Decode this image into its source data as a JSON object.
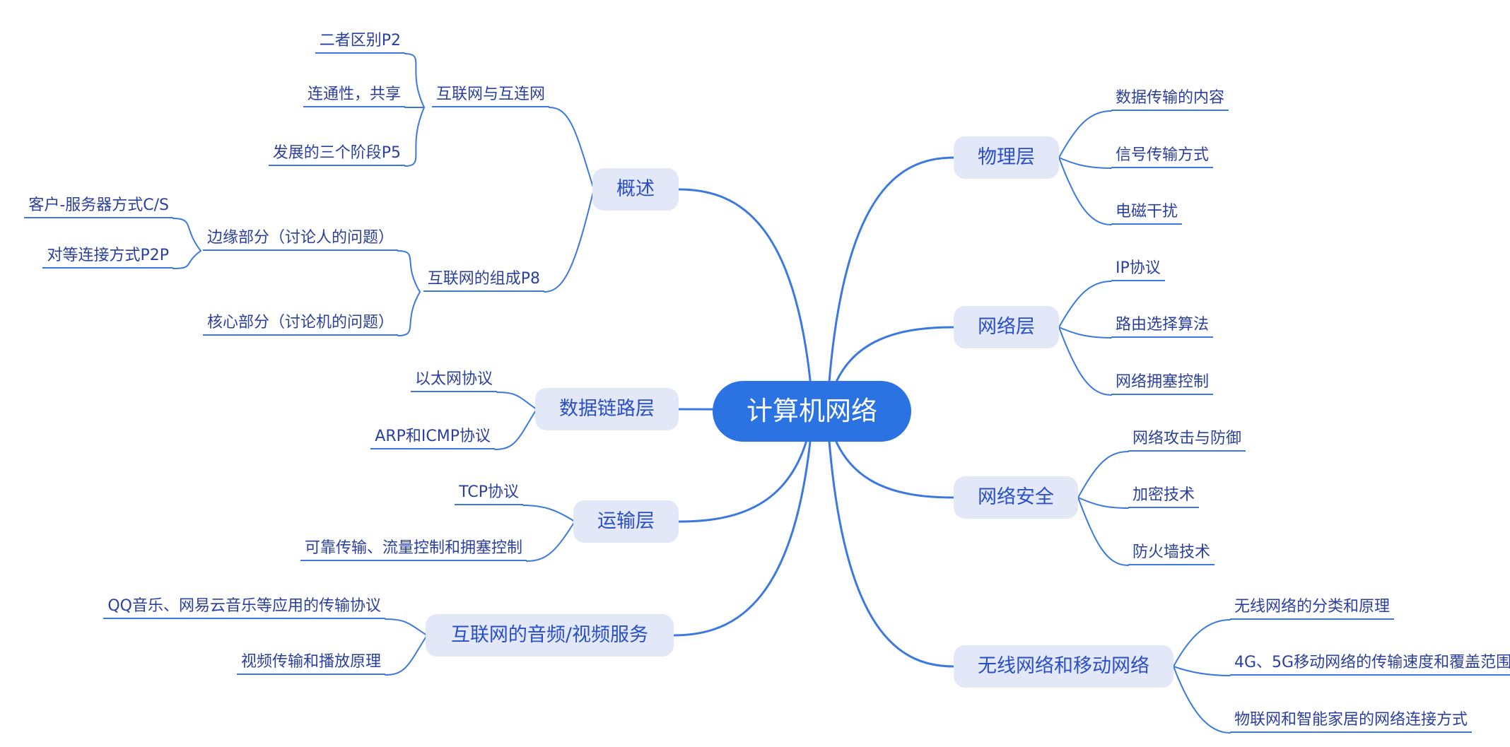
{
  "root": {
    "label": "计算机网络"
  },
  "colors": {
    "root_bg": "#2b72e3",
    "root_text": "#ffffff",
    "branch_bg": "#e2e8f8",
    "branch_text": "#2a4fc5",
    "leaf_text": "#2b3f9e",
    "line": "#3b79e0"
  },
  "left_branches": [
    {
      "label": "概述",
      "children": [
        {
          "label": "互联网与互连网",
          "children": [
            {
              "label": "二者区别P2"
            },
            {
              "label": "连通性，共享"
            },
            {
              "label": "发展的三个阶段P5"
            }
          ]
        },
        {
          "label": "互联网的组成P8",
          "children": [
            {
              "label": "边缘部分（讨论人的问题）",
              "children": [
                {
                  "label": "客户-服务器方式C/S"
                },
                {
                  "label": "对等连接方式P2P"
                }
              ]
            },
            {
              "label": "核心部分（讨论机的问题）"
            }
          ]
        }
      ]
    },
    {
      "label": "数据链路层",
      "children": [
        {
          "label": "以太网协议"
        },
        {
          "label": "ARP和ICMP协议"
        }
      ]
    },
    {
      "label": "运输层",
      "children": [
        {
          "label": "TCP协议"
        },
        {
          "label": "可靠传输、流量控制和拥塞控制"
        }
      ]
    },
    {
      "label": "互联网的音频/视频服务",
      "children": [
        {
          "label": "QQ音乐、网易云音乐等应用的传输协议"
        },
        {
          "label": "视频传输和播放原理"
        }
      ]
    }
  ],
  "right_branches": [
    {
      "label": "物理层",
      "children": [
        {
          "label": "数据传输的内容"
        },
        {
          "label": "信号传输方式"
        },
        {
          "label": "电磁干扰"
        }
      ]
    },
    {
      "label": "网络层",
      "children": [
        {
          "label": "IP协议"
        },
        {
          "label": "路由选择算法"
        },
        {
          "label": "网络拥塞控制"
        }
      ]
    },
    {
      "label": "网络安全",
      "children": [
        {
          "label": "网络攻击与防御"
        },
        {
          "label": "加密技术"
        },
        {
          "label": "防火墙技术"
        }
      ]
    },
    {
      "label": "无线网络和移动网络",
      "children": [
        {
          "label": "无线网络的分类和原理"
        },
        {
          "label": "4G、5G移动网络的传输速度和覆盖范围"
        },
        {
          "label": "物联网和智能家居的网络连接方式"
        }
      ]
    }
  ]
}
